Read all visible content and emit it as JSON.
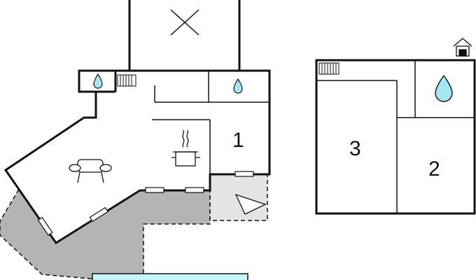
{
  "floorplan": {
    "rooms": [
      {
        "id": "bedroom-1",
        "label": "1"
      },
      {
        "id": "bedroom-2",
        "label": "2"
      },
      {
        "id": "bedroom-3",
        "label": "3"
      }
    ],
    "icons": [
      "x-mark-icon",
      "water-drop-icon",
      "radiator-icon",
      "cooking-pot-icon",
      "sofa-icon",
      "house-icon"
    ]
  },
  "colors": {
    "wall": "#111111",
    "terrace": "#b4b4b4",
    "covered_area": "#e4e4e4",
    "water_drop": "#a6e6f2",
    "pool": "#c8f4fc",
    "background": "#ffffff"
  }
}
